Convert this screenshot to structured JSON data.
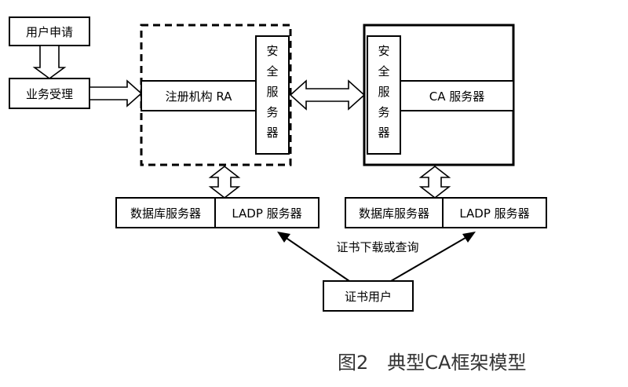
{
  "user_apply": "用户申请",
  "business_accept": "业务受理",
  "ra": "注册机构 RA",
  "ra_security_server": [
    "安",
    "全",
    "服",
    "务",
    "器"
  ],
  "ca_security_server": [
    "安",
    "全",
    "服",
    "务",
    "器"
  ],
  "ca_server": "CA 服务器",
  "left_db_server": "数据库服务器",
  "left_ldap_server": "LADP 服务器",
  "right_db_server": "数据库服务器",
  "right_ldap_server": "LADP 服务器",
  "cert_download_query": "证书下载或查询",
  "cert_user": "证书用户",
  "figure_caption": "图2　典型CA框架模型"
}
